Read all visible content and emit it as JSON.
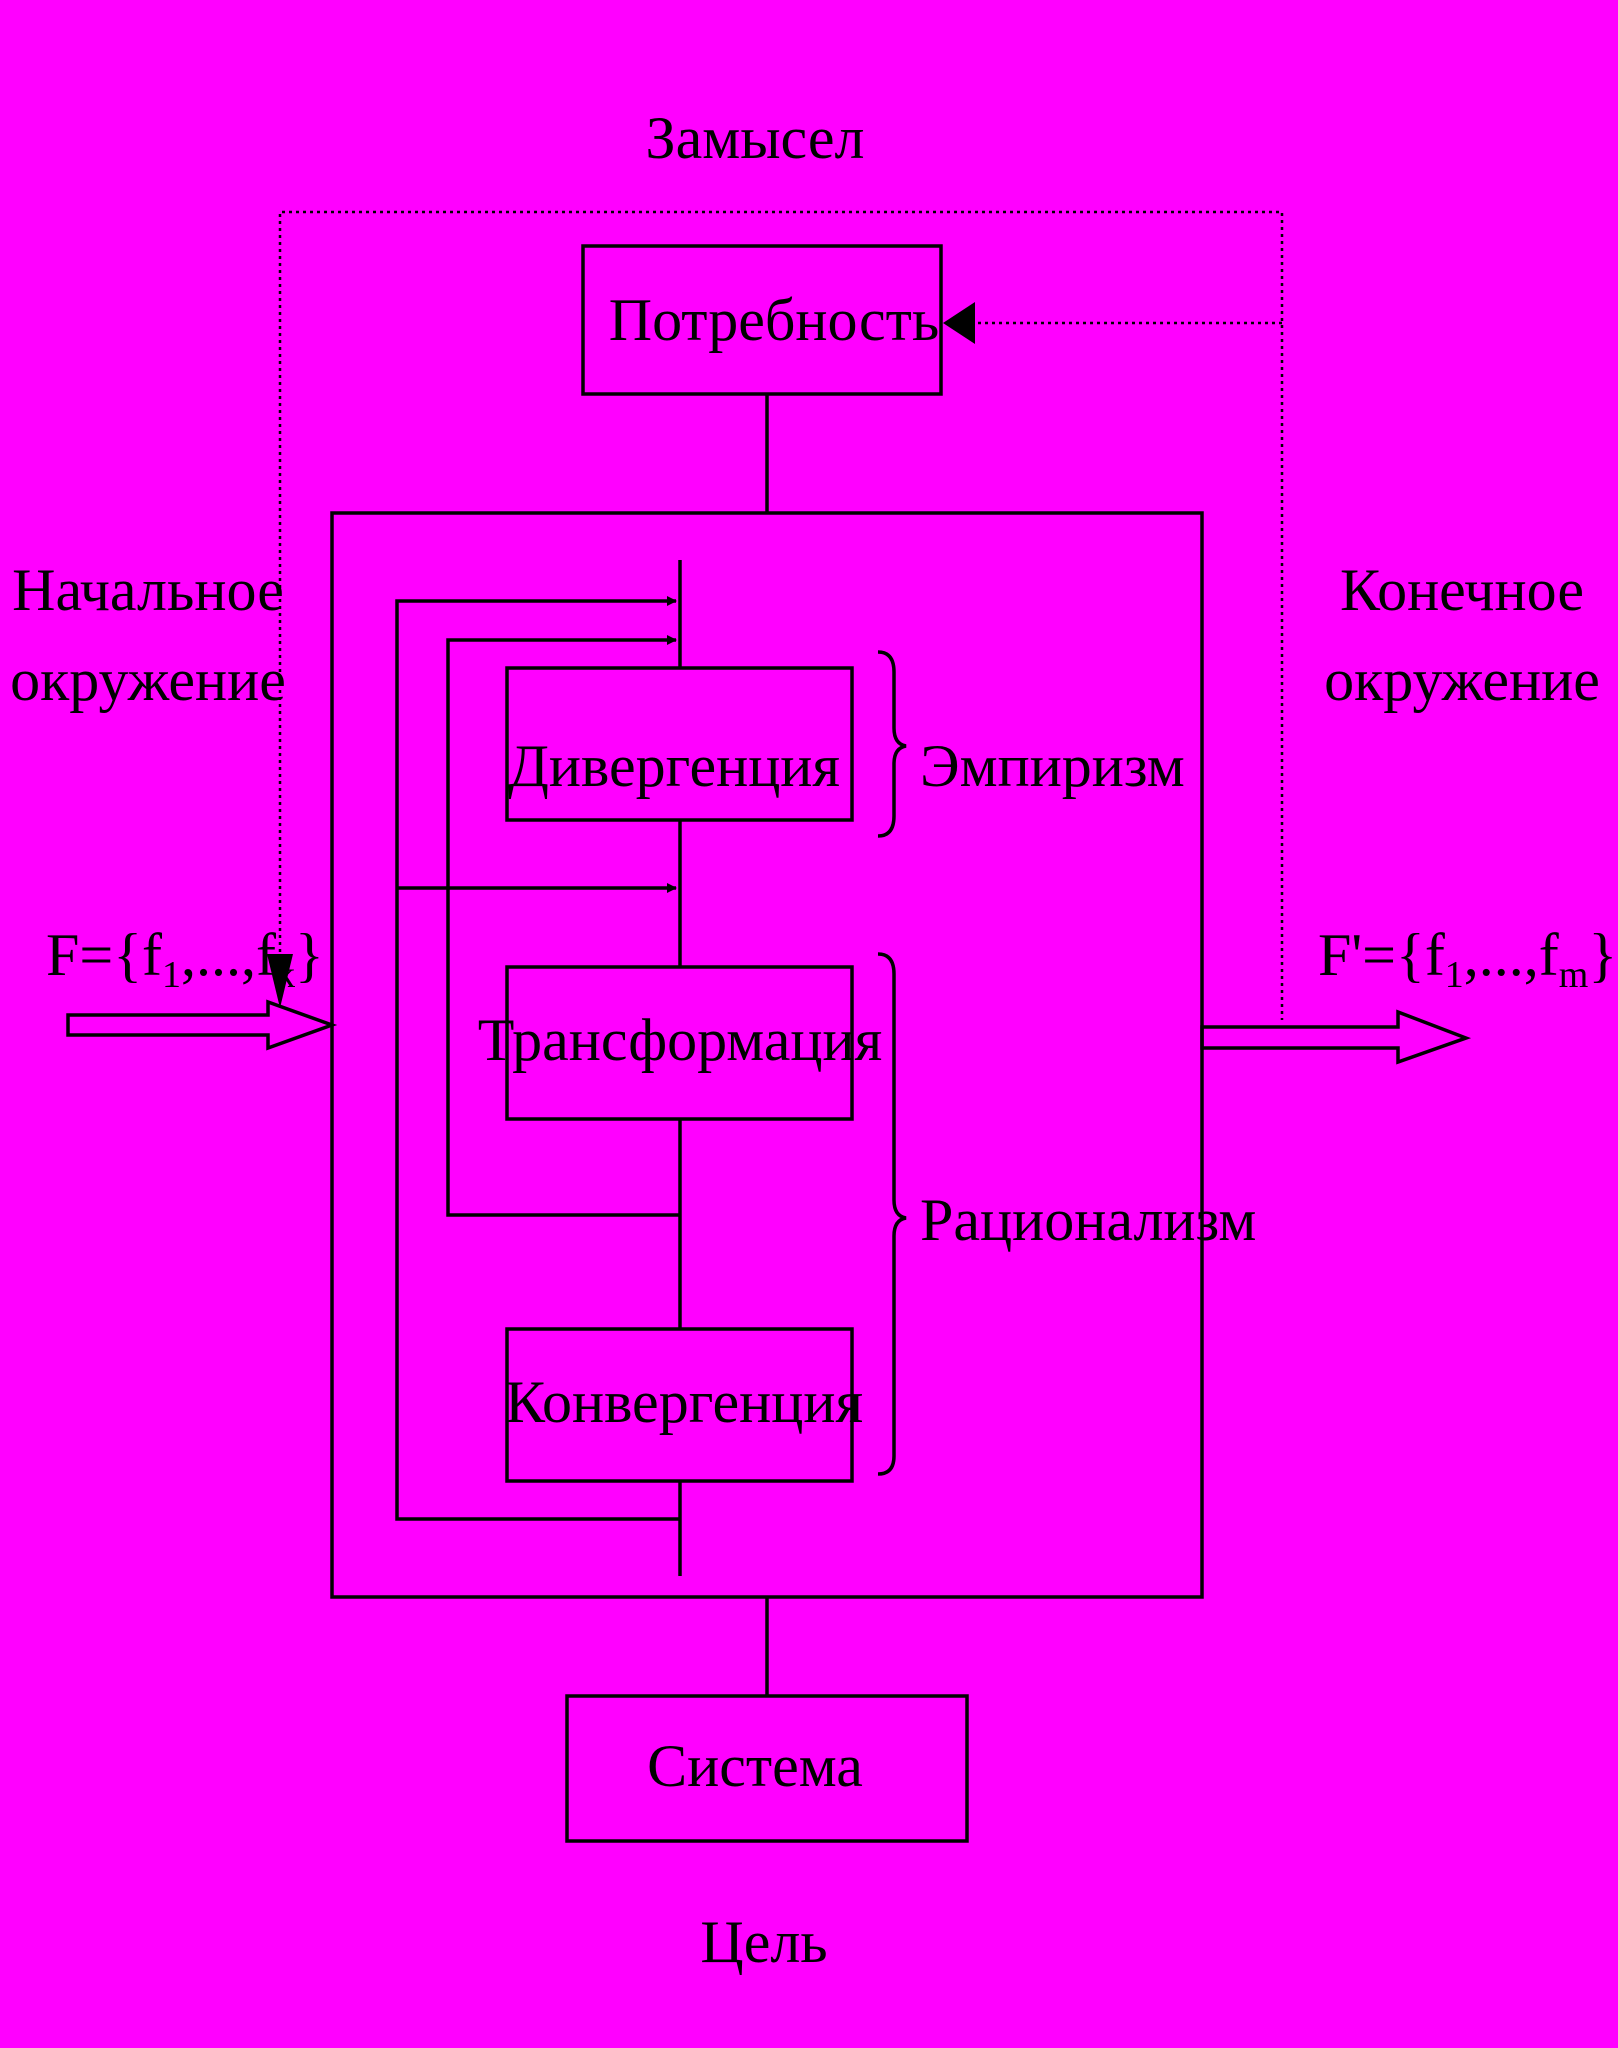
{
  "labels": {
    "intent": "Замысел",
    "need": "Потребность",
    "initial_env_line1": "Начальное",
    "initial_env_line2": "окружение",
    "final_env_line1": "Конечное",
    "final_env_line2": "окружение",
    "divergence": "Дивергенция",
    "empiricism": "Эмпиризм",
    "transformation": "Трансформация",
    "rationalism": "Рационализм",
    "convergence": "Конвергенция",
    "system": "Система",
    "goal": "Цель"
  },
  "input_set": {
    "prefix": "F={f",
    "sub1": "1",
    "mid": ",...,f",
    "subk": "k",
    "suffix": "}"
  },
  "output_set": {
    "prefix": "F'={f",
    "sub1": "1",
    "mid": ",...,f",
    "subm": "m",
    "suffix": "}"
  },
  "colors": {
    "background": "#ff00ff",
    "stroke": "#000000"
  }
}
